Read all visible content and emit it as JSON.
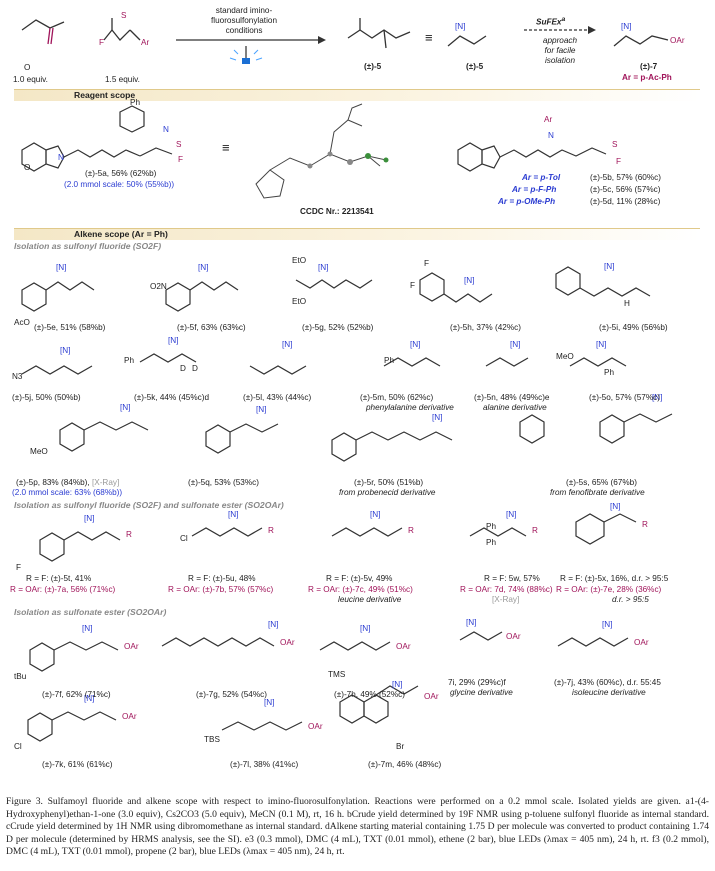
{
  "scheme": {
    "alkene_equiv": "1.0 equiv.",
    "reagent_equiv": "1.5 equiv.",
    "conditions": "standard imino-\nfluorosulfonylation\nconditions",
    "label_5": "(±)-5",
    "equiv_sign": "≡",
    "label_5b": "(±)-5",
    "sufex": "SuFEx",
    "sufex_sup": "a",
    "approach": "approach\nfor facile\nisolation",
    "label_7": "(±)-7",
    "ar_def": "Ar = p-Ac-Ph"
  },
  "sections": {
    "reagent": "Reagent scope",
    "alkene": "Alkene scope (Ar = Ph)",
    "iso_fluoride": "Isolation as sulfonyl fluoride (SO2F)",
    "iso_both": "Isolation as sulfonyl fluoride (SO2F) and sulfonate ester (SO2OAr)",
    "iso_ester": "Isolation as sulfonate ester (SO2OAr)"
  },
  "reagent": {
    "5a": "(±)-5a, 56% (62%b)",
    "5a_scale": "(2.0 mmol scale: 50% (55%b))",
    "ccdc": "CCDC Nr.: 2213541",
    "5b": "(±)-5b, 57% (60%c)",
    "5c": "(±)-5c, 56% (57%c)",
    "5d": "(±)-5d, 11% (28%c)",
    "ar_tol": "Ar = p-Tol",
    "ar_fph": "Ar = p-F-Ph",
    "ar_ome": "Ar = p-OMe-Ph"
  },
  "row1": [
    "(±)-5e, 51% (58%b)",
    "(±)-5f, 63% (63%c)",
    "(±)-5g, 52% (52%b)",
    "(±)-5h, 37% (42%c)",
    "(±)-5i, 49% (56%b)"
  ],
  "row2": [
    "(±)-5j, 50% (50%b)",
    "(±)-5k, 44% (45%c)d",
    "(±)-5l, 43% (44%c)",
    "(±)-5m, 50% (62%c)",
    "(±)-5n, 48% (49%c)e",
    "(±)-5o, 57% (57%c)"
  ],
  "row2_notes": {
    "m": "phenylalanine derivative",
    "n": "alanine derivative"
  },
  "row3": {
    "5p": "(±)-5p, 83% (84%b),",
    "5p_xray": "[X-Ray]",
    "5p_scale": "(2.0 mmol scale: 63% (68%b))",
    "5q": "(±)-5q, 53% (53%c)",
    "5r": "(±)-5r, 50% (51%b)",
    "5r_note": "from probenecid derivative",
    "5s": "(±)-5s, 65% (67%b)",
    "5s_note": "from fenofibrate derivative"
  },
  "row4": [
    {
      "f": "R = F: (±)-5t, 41%",
      "o": "R = OAr: (±)-7a, 56% (71%c)"
    },
    {
      "f": "R = F: (±)-5u, 48%",
      "o": "R = OAr: (±)-7b, 57% (57%c)"
    },
    {
      "f": "R = F: (±)-5v, 49%",
      "o": "R = OAr: (±)-7c, 49% (51%c)",
      "note": "leucine derivative"
    },
    {
      "f": "R = F: 5w, 57%",
      "o": "R = OAr: 7d, 74% (88%c)",
      "note": "[X-Ray]"
    },
    {
      "f": "R = F: (±)-5x, 16%, d.r. > 95:5",
      "o": "R = OAr: (±)-7e, 28% (36%c)",
      "note": "d.r. > 95:5"
    }
  ],
  "row5": [
    "(±)-7f, 62% (71%c)",
    "(±)-7g, 52% (54%c)",
    "(±)-7h, 49% (52%c)",
    "7i, 29% (29%c)f",
    "(±)-7j, 43% (60%c), d.r. 55:45"
  ],
  "row5_notes": {
    "i": "glycine derivative",
    "j": "isoleucine derivative"
  },
  "row6": [
    "(±)-7k, 61% (61%c)",
    "(±)-7l, 38% (41%c)",
    "(±)-7m, 46% (48%c)"
  ],
  "labels": {
    "N": "[N]",
    "SO2F": "S",
    "F": "F",
    "OAr": "OAr",
    "R": "R",
    "Ph": "Ph",
    "Ar": "Ar",
    "AcO": "AcO",
    "O2N": "O2N",
    "EtO": "EtO",
    "MeO": "MeO",
    "N3": "N3",
    "Cl": "Cl",
    "TMS": "TMS",
    "TBS": "TBS",
    "Br": "Br",
    "tBu": "tBu",
    "D": "D",
    "O": "O",
    "H": "H",
    "Nn": "N",
    "Fh": "F"
  },
  "caption": {
    "text": "Figure 3. Sulfamoyl fluoride and alkene scope with respect to imino-fluorosulfonylation. Reactions were performed on a 0.2 mmol scale. Isolated yields are given. a1-(4-Hydroxyphenyl)ethan-1-one (3.0 equiv), Cs2CO3 (5.0 equiv), MeCN (0.1 M), rt, 16 h. bCrude yield determined by 19F NMR using p-toluene sulfonyl fluoride as internal standard. cCrude yield determined by 1H NMR using dibromomethane as internal standard. dAlkene starting material containing 1.75 D per molecule was converted to product containing 1.74 D per molecule (determined by HRMS analysis, see the SI). e3 (0.3 mmol), DMC (4 mL), TXT (0.01 mmol), ethene (2 bar), blue LEDs (λmax = 405 nm), 24 h, rt. f3 (0.2 mmol), DMC (4 mL), TXT (0.01 mmol), propene (2 bar), blue LEDs (λmax = 405 nm), 24 h, rt."
  }
}
